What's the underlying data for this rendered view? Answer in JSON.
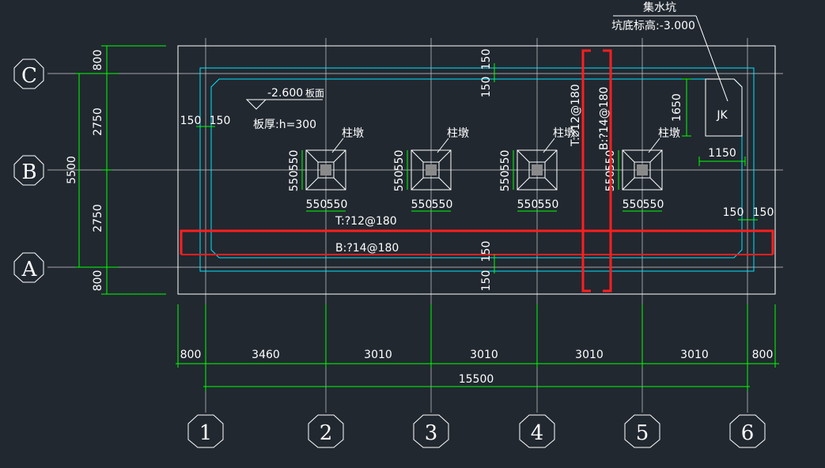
{
  "colors": {
    "background": "#212830",
    "dimension": "#00ff00",
    "outline": "#ffffff",
    "wall": "#00e5ff",
    "section": "#ff1e1e"
  },
  "grid_axes": {
    "rows": [
      "C",
      "B",
      "A"
    ],
    "columns": [
      "1",
      "2",
      "3",
      "4",
      "5",
      "6"
    ]
  },
  "annotations": {
    "sump_title": "集水坑",
    "sump_bottom": "坑底标高:-3.000",
    "slab_level": "-2.600",
    "slab_level_suffix": "板面",
    "slab_thickness": "板厚:h=300",
    "pier_label": "柱墩",
    "sump_tag": "JK",
    "rebar_top_h": "T:?12@180",
    "rebar_bottom_h": "B:?14@180",
    "rebar_top_v": "T:⌀12@180",
    "rebar_bottom_v": "B:?14@180"
  },
  "dimensions": {
    "left_side": [
      "800",
      "2750",
      "5500",
      "2750",
      "800"
    ],
    "bottom_spans": [
      "800",
      "3460",
      "3010",
      "3010",
      "3010",
      "3010",
      "800"
    ],
    "bottom_total": "15500",
    "wall_top": [
      "150",
      "150"
    ],
    "wall_bottom": [
      "150",
      "150"
    ],
    "wall_left": [
      "150",
      "150"
    ],
    "wall_right": [
      "150",
      "150"
    ],
    "pier_size": "550",
    "sump_depth": "1650",
    "sump_width": "1150"
  }
}
